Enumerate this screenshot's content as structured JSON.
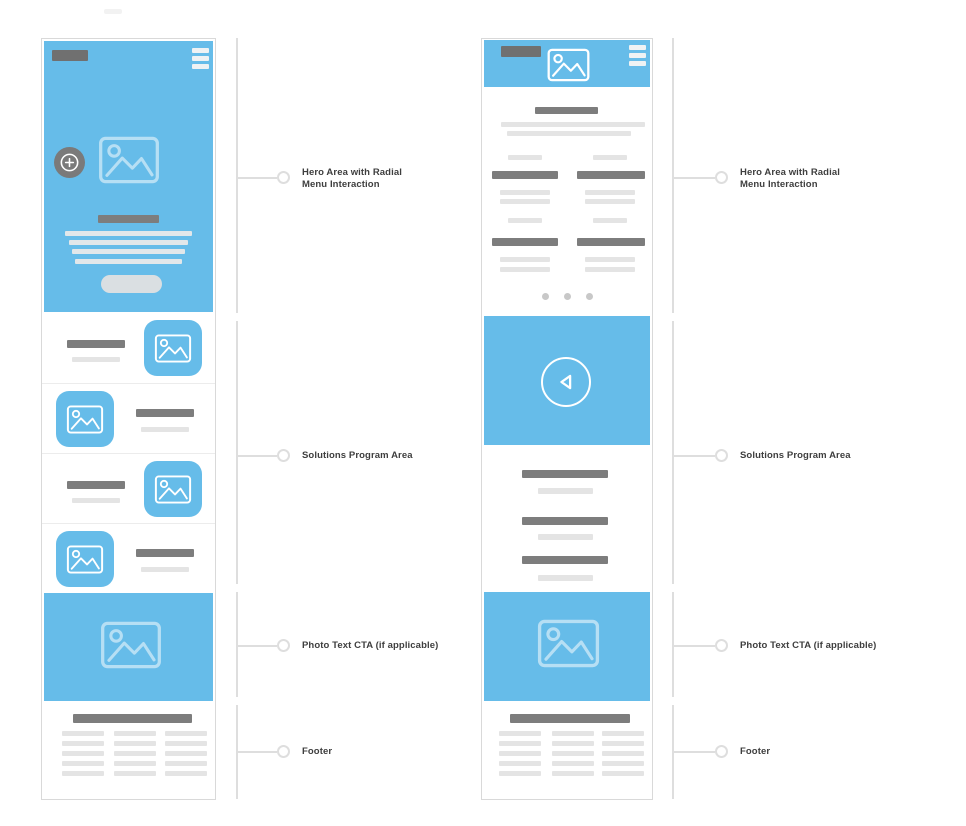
{
  "colors": {
    "wireframe_blue": "#66bce9",
    "dark_placeholder_gray": "#7d7d7d",
    "light_placeholder_gray": "#e4e4e4",
    "annotation_line_gray": "#dedede",
    "annotation_text": "#3e3e3e"
  },
  "annotations": {
    "items": [
      {
        "label": "Hero Area with Radial\nMenu Interaction"
      },
      {
        "label": "Solutions Program Area"
      },
      {
        "label": "Photo Text CTA (if applicable)"
      },
      {
        "label": "Footer"
      }
    ]
  },
  "icons": {
    "hamburger": "hamburger-menu-icon",
    "image_placeholder": "image-placeholder-icon",
    "radial_menu": "plus-circle-icon",
    "video": "play-triangle-left-icon"
  }
}
